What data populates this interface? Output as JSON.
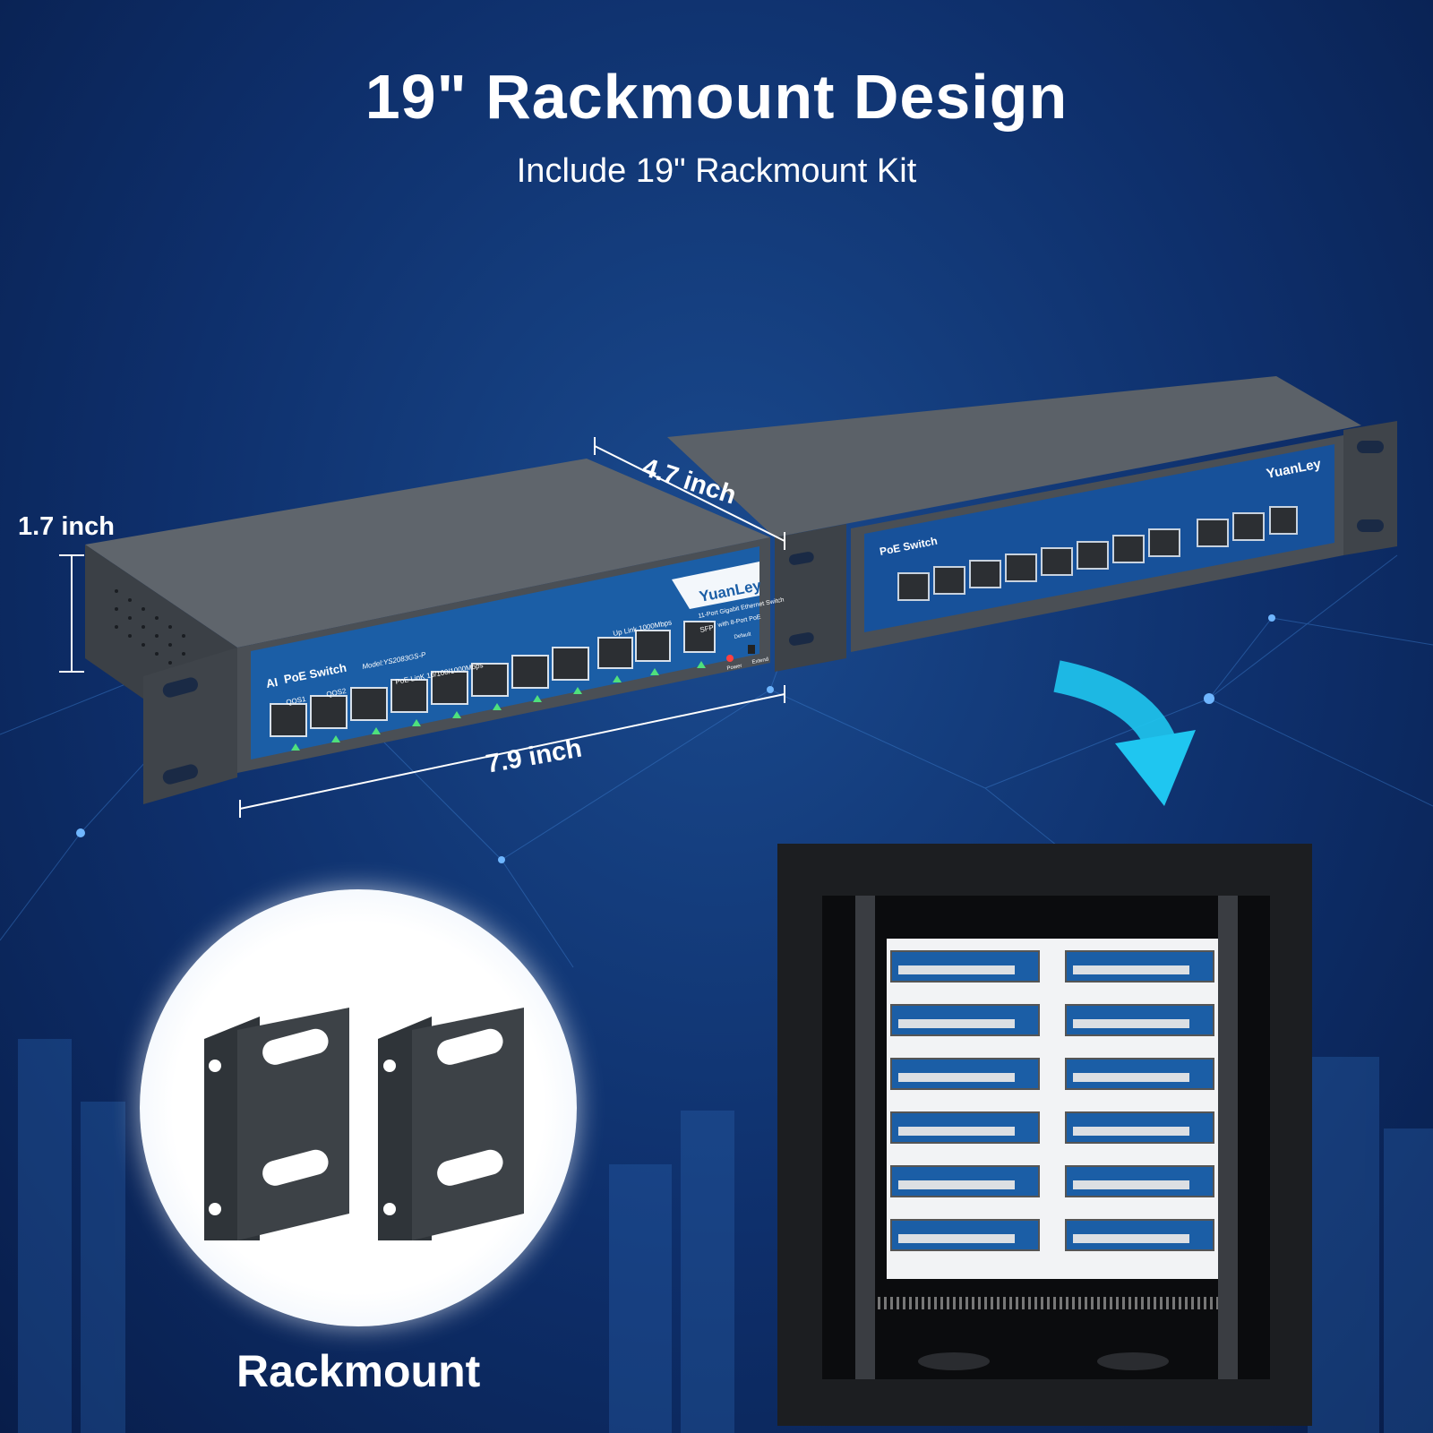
{
  "header": {
    "title": "19\" Rackmount Design",
    "subtitle": "Include 19\" Rackmount Kit"
  },
  "dimensions": {
    "height": "1.7 inch",
    "depth": "4.7 inch",
    "width": "7.9 inch"
  },
  "switch_panel": {
    "brand": "YuanLey",
    "product": "PoE Switch",
    "ai_badge": "AI",
    "model": "Model:YS2083GS-P",
    "qos1": "QOS1",
    "qos2": "QOS2",
    "poe_link": "PoE LinK  10/100/1000Mbps",
    "uplink": "Up Link  1000Mbps",
    "description_line1": "11-Port Gigabit Ethernet Switch",
    "description_line2": "with 8-Port PoE",
    "sfp": "SFP",
    "default": "Default",
    "extend": "Extend",
    "power": "Power"
  },
  "accessory": {
    "label": "Rackmount"
  },
  "colors": {
    "background": "#0e2f6b",
    "panel_blue": "#1b5ea6",
    "chassis": "#4a4f55",
    "arrow": "#1fc6f0"
  }
}
